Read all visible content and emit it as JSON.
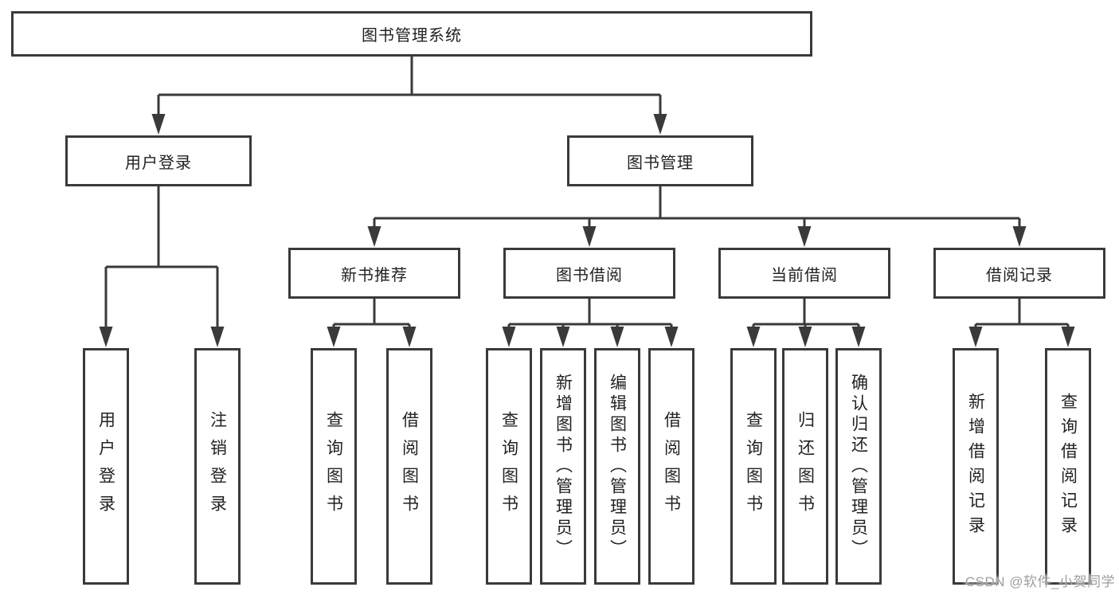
{
  "tree": {
    "root": {
      "label": "图书管理系统"
    },
    "branches": [
      {
        "label": "用户登录",
        "leaves": [
          {
            "label": "用户登录"
          },
          {
            "label": "注销登录"
          }
        ]
      },
      {
        "label": "图书管理",
        "groups": [
          {
            "label": "新书推荐",
            "leaves": [
              {
                "label": "查询图书"
              },
              {
                "label": "借阅图书"
              }
            ]
          },
          {
            "label": "图书借阅",
            "leaves": [
              {
                "label": "查询图书"
              },
              {
                "label": "新增图书（管理员）"
              },
              {
                "label": "编辑图书（管理员）"
              },
              {
                "label": "借阅图书"
              }
            ]
          },
          {
            "label": "当前借阅",
            "leaves": [
              {
                "label": "查询图书"
              },
              {
                "label": "归还图书"
              },
              {
                "label": "确认归还（管理员）"
              }
            ]
          },
          {
            "label": "借阅记录",
            "leaves": [
              {
                "label": "新增借阅记录"
              },
              {
                "label": "查询借阅记录"
              }
            ]
          }
        ]
      }
    ]
  },
  "watermark": {
    "text": "CSDN @软件_小贺同学"
  },
  "colors": {
    "line": "#3a3a3a",
    "box_border": "#3a3a3a",
    "text": "#222222",
    "watermark": "#9e9e9e",
    "background": "#ffffff"
  }
}
